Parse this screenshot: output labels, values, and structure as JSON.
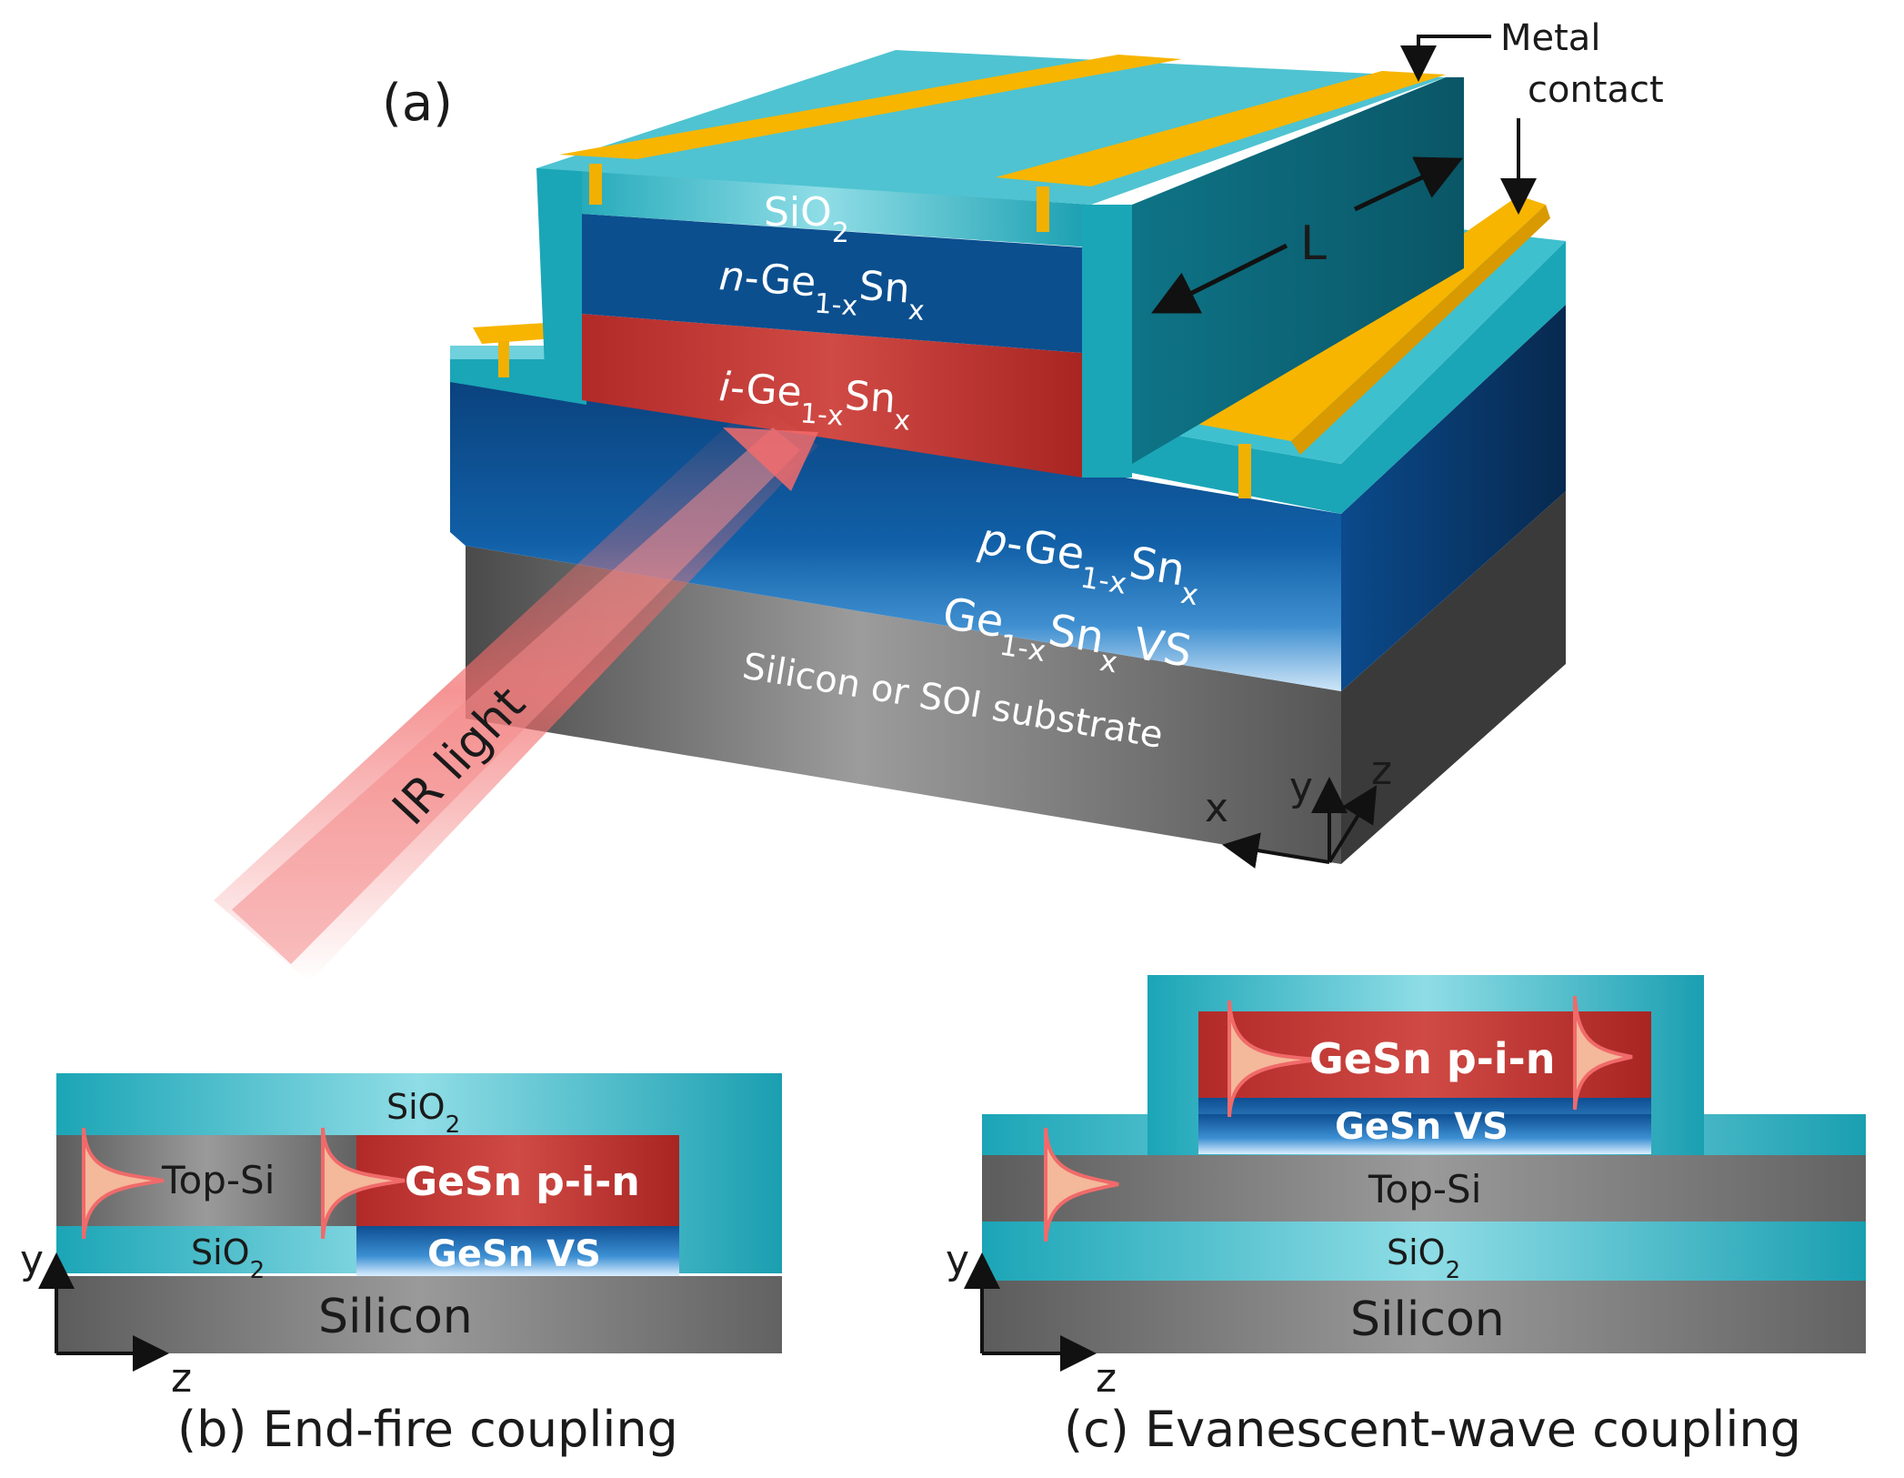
{
  "panel_a": {
    "label": "(a)",
    "layers": {
      "sio2": {
        "base": "SiO",
        "sub": "2"
      },
      "n_layer": {
        "prefix": "n",
        "base": "-Ge",
        "sub": "1-x",
        "mid": "Sn",
        "sub2": "x"
      },
      "i_layer": {
        "prefix": "i",
        "base": "-Ge",
        "sub": "1-x",
        "mid": "Sn",
        "sub2": "x"
      },
      "p_layer": {
        "prefix": "p",
        "base": "-Ge",
        "sub": "1-x",
        "mid": "Sn",
        "sub2": "x"
      },
      "vs_layer": {
        "base": "Ge",
        "sub": "1-x",
        "mid": "Sn",
        "sub2": "x",
        "suffix": " VS"
      },
      "substrate": "Silicon  or SOI substrate"
    },
    "length_label": "L",
    "metal_contact": [
      "Metal",
      "contact"
    ],
    "light_label": "IR light",
    "axes": {
      "x": "x",
      "y": "y",
      "z": "z"
    }
  },
  "panel_b": {
    "caption": "(b) End-fire coupling",
    "sio2_top": {
      "base": "SiO",
      "sub": "2"
    },
    "top_si": "Top-Si",
    "pin": "GeSn p-i-n",
    "sio2_bottom": {
      "base": "SiO",
      "sub": "2"
    },
    "vs": "GeSn VS",
    "silicon": "Silicon",
    "axes": {
      "y": "y",
      "z": "z"
    }
  },
  "panel_c": {
    "caption": "(c) Evanescent-wave coupling",
    "pin": "GeSn p-i-n",
    "vs": "GeSn VS",
    "top_si": "Top-Si",
    "sio2": {
      "base": "SiO",
      "sub": "2"
    },
    "silicon": "Silicon",
    "axes": {
      "y": "y",
      "z": "z"
    }
  },
  "colors": {
    "sio2": "#1aa6b7",
    "gesn_dark_blue": "#0b4f8f",
    "intrinsic_red": "#b8302c",
    "metal": "#f7b500",
    "silicon_grey": "#7a7a7a",
    "ir_beam": "#f26b6b",
    "mode_profile": "#f4b89a"
  }
}
